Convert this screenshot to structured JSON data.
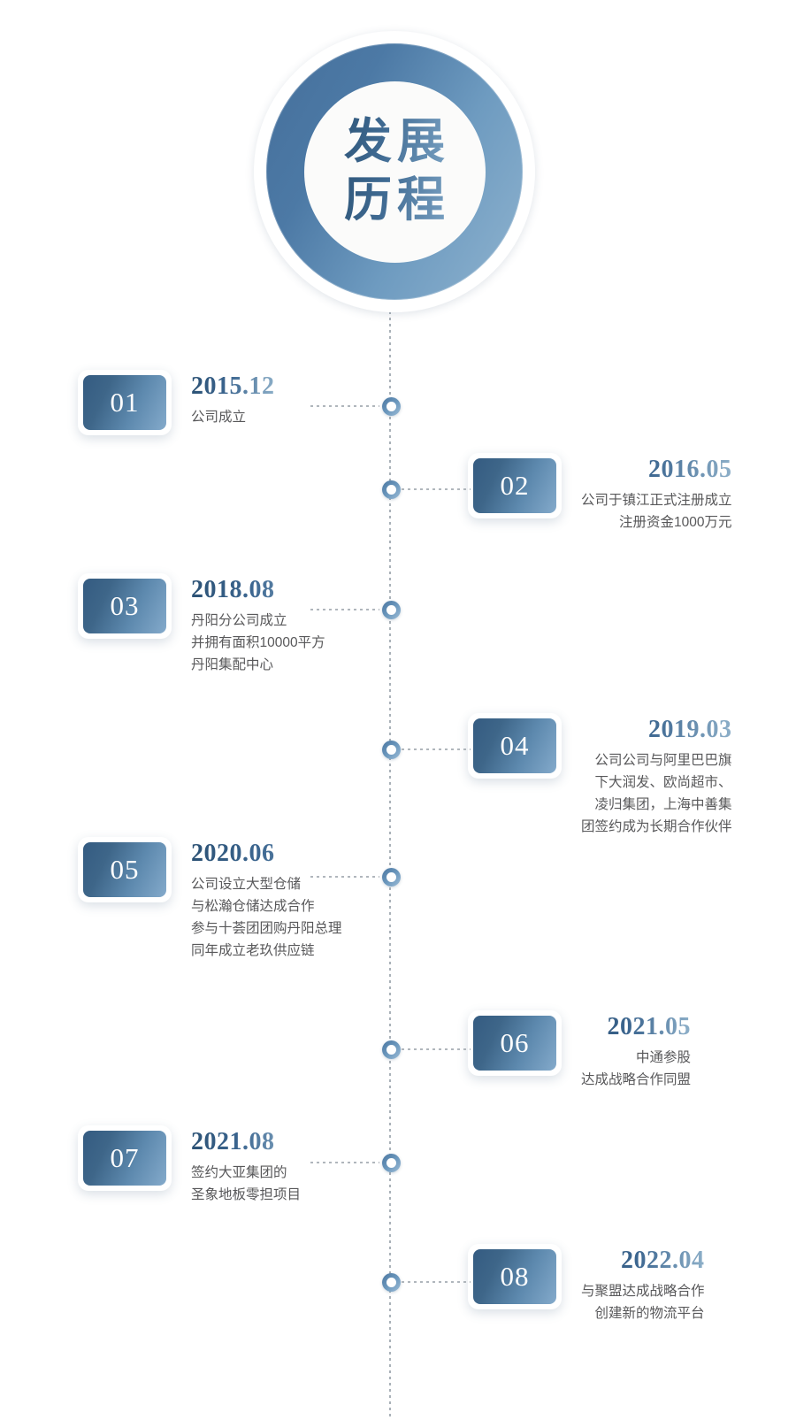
{
  "header": {
    "title_line1": "发展",
    "title_line2": "历程",
    "ring_color": "#4c79a5",
    "inner_color": "#fbfbfa"
  },
  "theme": {
    "badge_dark": "#345b81",
    "badge_light": "#84aacb",
    "date_color": "#2b5174",
    "desc_color": "#58585a",
    "line_color": "#9aa3ab"
  },
  "timeline": {
    "items": [
      {
        "num": "01",
        "date": "2015.12",
        "side": "left",
        "lines": [
          "公司成立"
        ]
      },
      {
        "num": "02",
        "date": "2016.05",
        "side": "right",
        "lines": [
          "公司于镇江正式注册成立",
          "注册资金1000万元"
        ]
      },
      {
        "num": "03",
        "date": "2018.08",
        "side": "left",
        "lines": [
          "丹阳分公司成立",
          "并拥有面积10000平方",
          "丹阳集配中心"
        ]
      },
      {
        "num": "04",
        "date": "2019.03",
        "side": "right",
        "lines": [
          "公司公司与阿里巴巴旗",
          "下大润发、欧尚超市、",
          "凌归集团，上海中善集",
          "团签约成为长期合作伙伴"
        ]
      },
      {
        "num": "05",
        "date": "2020.06",
        "side": "left",
        "lines": [
          "公司设立大型仓储",
          "与松瀚仓储达成合作",
          "参与十荟团团购丹阳总理",
          "同年成立老玖供应链"
        ]
      },
      {
        "num": "06",
        "date": "2021.05",
        "side": "right",
        "lines": [
          "中通参股",
          "达成战略合作同盟"
        ]
      },
      {
        "num": "07",
        "date": "2021.08",
        "side": "left",
        "lines": [
          "签约大亚集团的",
          "圣象地板零担项目"
        ]
      },
      {
        "num": "08",
        "date": "2022.04",
        "side": "right",
        "lines": [
          "与聚盟达成战略合作",
          "创建新的物流平台"
        ]
      }
    ]
  }
}
